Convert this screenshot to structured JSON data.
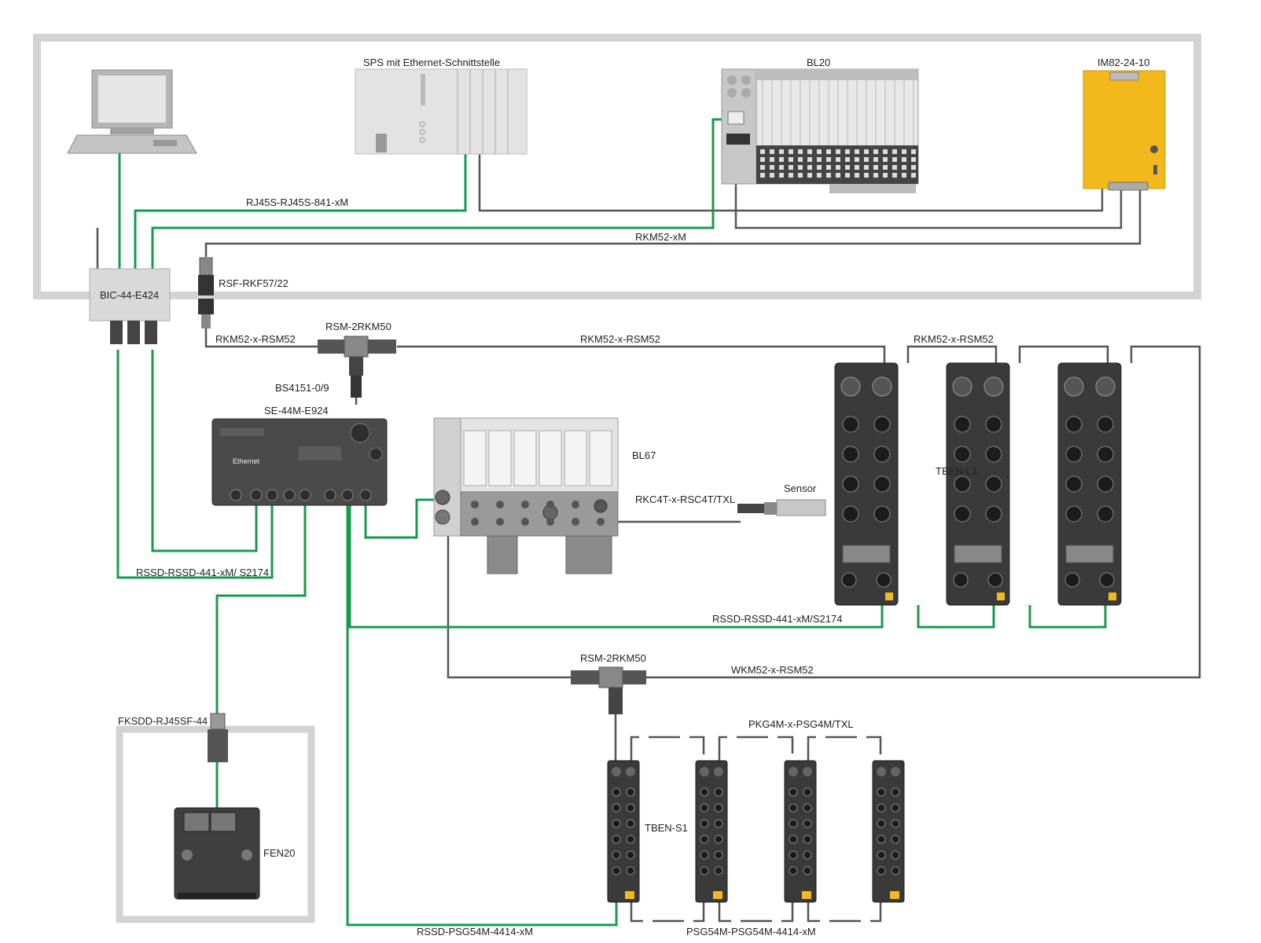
{
  "colors": {
    "ethernet_cable": "#1a9a4e",
    "power_cable": "#555555",
    "enclosure": "#d3d3d3",
    "device_dark": "#3a3a3a",
    "device_light": "#e3e3e3",
    "power_supply": "#f2b81c"
  },
  "labels": {
    "sps": "SPS mit Ethernet-Schnittstelle",
    "bl20": "BL20",
    "im82": "IM82-24-10",
    "rj45_cable": "RJ45S-RJ45S-841-xM",
    "rkm52_xm": "RKM52-xM",
    "bic": "BIC-44-E424",
    "rsf": "RSF-RKF57/22",
    "rkm52_rsm52_left": "RKM52-x-RSM52",
    "rsm_top": "RSM-2RKM50",
    "rkm52_rsm52_mid": "RKM52-x-RSM52",
    "rkm52_rsm52_right": "RKM52-x-RSM52",
    "bs4151": "BS4151-0/9",
    "se44m": "SE-44M-E924",
    "bl67": "BL67",
    "rkc4t": "RKC4T-x-RSC4T/TXL",
    "sensor": "Sensor",
    "tben_l1": "TBEN-L1",
    "rssd_left": "RSSD-RSSD-441-xM/ S2174",
    "rssd_right": "RSSD-RSSD-441-xM/S2174",
    "rsm_bottom": "RSM-2RKM50",
    "wkm52": "WKM52-x-RSM52",
    "fksdd": "FKSDD-RJ45SF-44",
    "pkg4m": "PKG4M-x-PSG4M/TXL",
    "tben_s1": "TBEN-S1",
    "fen20": "FEN20",
    "rssd_psg": "RSSD-PSG54M-4414-xM",
    "psg54m": "PSG54M-PSG54M-4414-xM",
    "ethernet_logo": "Ethernet"
  }
}
